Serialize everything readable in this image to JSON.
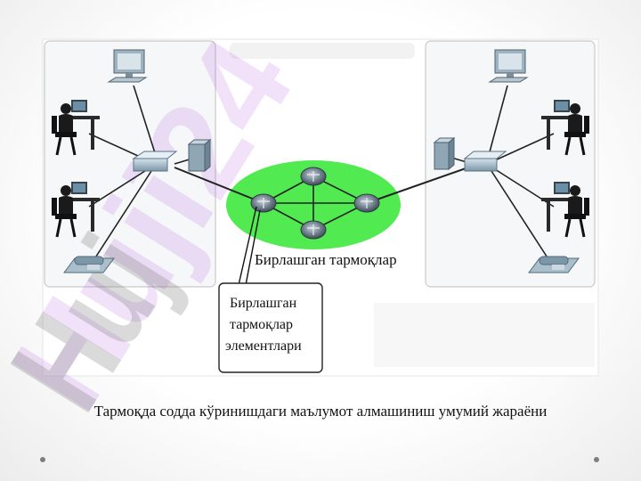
{
  "diagram": {
    "network_label": "Бирлашган тармоқлар",
    "callout_lines": [
      "Бирлашган",
      "тармоқлар",
      "элементлари"
    ],
    "watermark": "Huji24",
    "colors": {
      "network_ellipse": "#33e633",
      "watermark": "#b45ee6",
      "watermark_gray": "#7a7a7a",
      "panel_border": "#c9c9c9",
      "link": "#222222"
    }
  },
  "caption": "Тармоқда содда кўринишдаги маълумот алмашиниш умумий жараёни"
}
